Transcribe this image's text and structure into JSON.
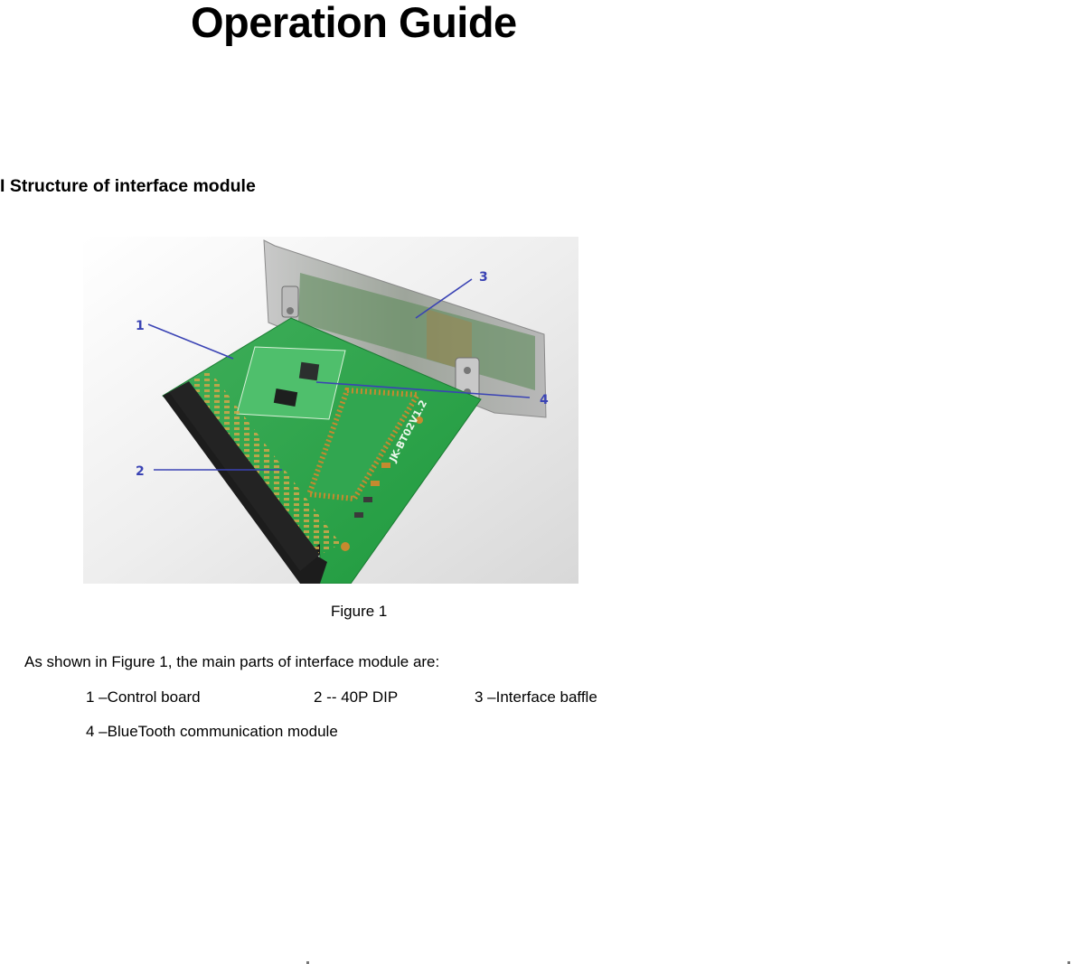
{
  "document": {
    "title": "Operation Guide",
    "section_heading": "I Structure of interface module",
    "figure": {
      "caption": "Figure 1",
      "description": "Photo of interface module PCB with metal baffle on white fabric",
      "board_silkscreen": "JK-BT02V1.2",
      "callouts": [
        {
          "number": "1",
          "target": "Control board"
        },
        {
          "number": "2",
          "target": "40P DIP"
        },
        {
          "number": "3",
          "target": "Interface baffle"
        },
        {
          "number": "4",
          "target": "BlueTooth communication module"
        }
      ],
      "callout_color": "#3a43b4"
    },
    "intro_text": "As shown in Figure 1, the main parts of interface module are:",
    "parts": [
      {
        "label": "1 –Control board"
      },
      {
        "label": "2 -- 40P DIP"
      },
      {
        "label": "3 –Interface baffle"
      },
      {
        "label": "4 –BlueTooth communication module"
      }
    ]
  }
}
